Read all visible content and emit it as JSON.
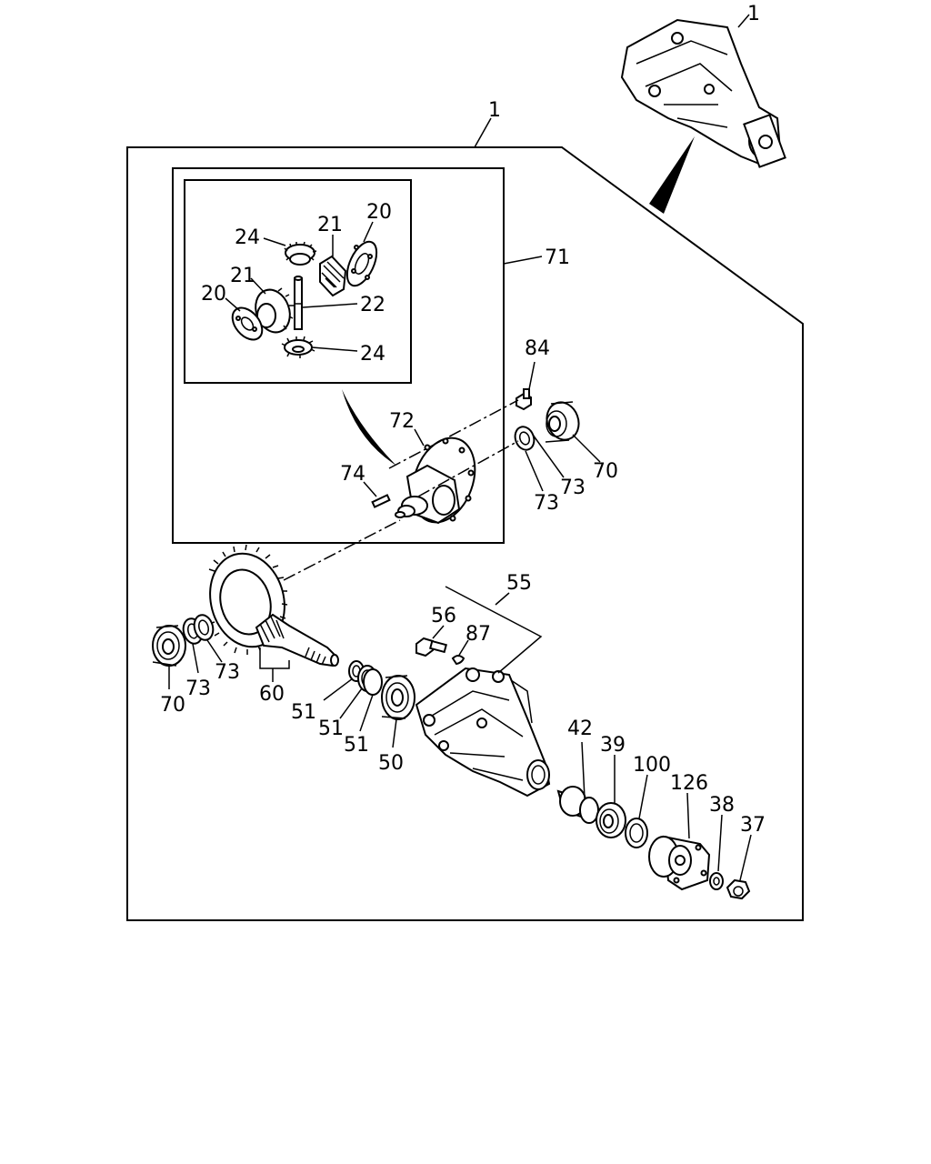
{
  "callouts": {
    "assembly_top": "1",
    "assembly_frame": "1",
    "case_group": "71",
    "washer_20a": "20",
    "washer_20b": "20",
    "side_gear_21a": "21",
    "side_gear_21b": "21",
    "shaft_22": "22",
    "pinion_24a": "24",
    "pinion_24b": "24",
    "case_72": "72",
    "pin_74": "74",
    "bolt_84": "84",
    "bearing_70_right": "70",
    "shim_73_r1": "73",
    "shim_73_r2": "73",
    "bearing_70_left": "70",
    "shim_73_l1": "73",
    "shim_73_l2": "73",
    "gear_set_60": "60",
    "spacer_51a": "51",
    "spacer_51b": "51",
    "spacer_51c": "51",
    "bearing_50": "50",
    "carrier_55": "55",
    "bolt_56": "56",
    "plug_87": "87",
    "spacer_42": "42",
    "bearing_39": "39",
    "seal_100": "100",
    "flange_126": "126",
    "washer_38": "38",
    "nut_37": "37"
  },
  "icons": {
    "housing": "differential-housing-icon",
    "bearing": "bearing-icon",
    "gear": "bevel-gear-icon"
  }
}
